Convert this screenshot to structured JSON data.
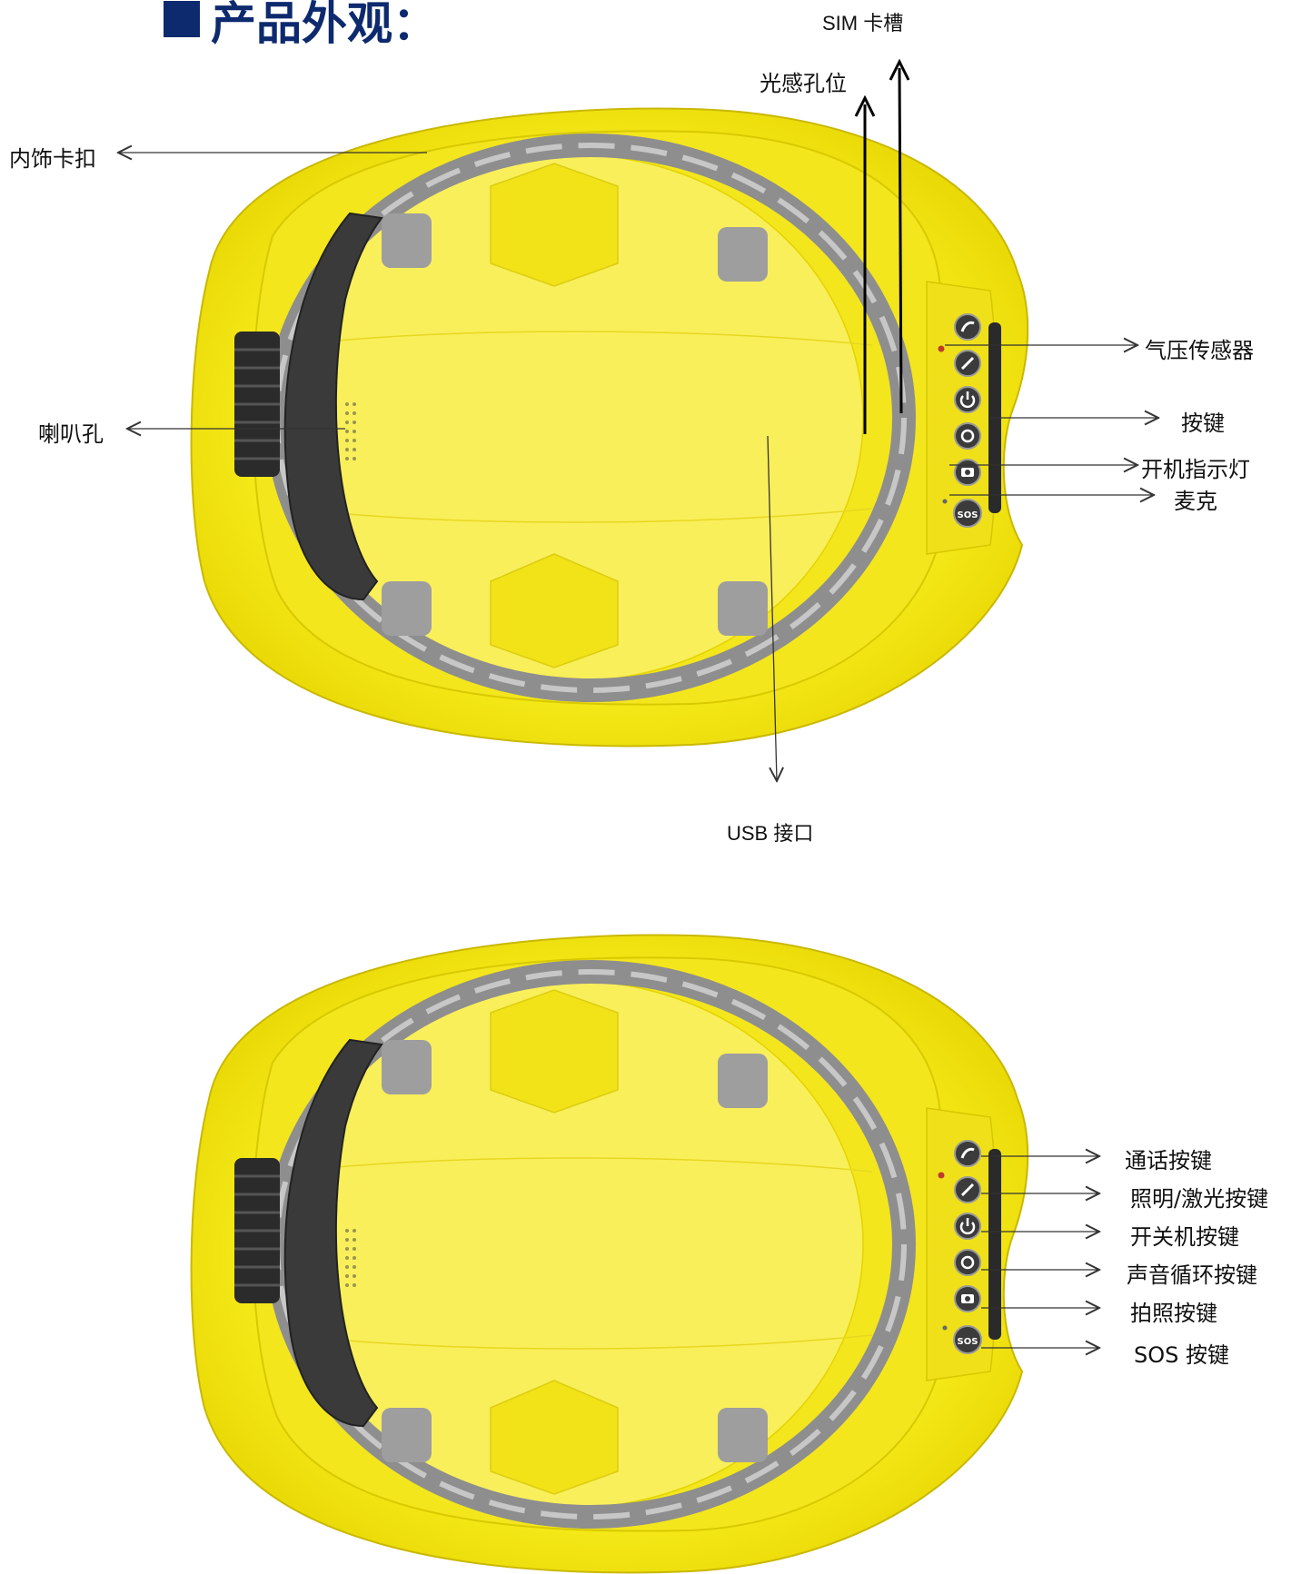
{
  "title": "产品外观：",
  "top_labels": {
    "sim_slot": "SIM 卡槽",
    "light_sensor": "光感孔位",
    "interior_clip": "内饰卡扣",
    "speaker_hole": "喇叭孔",
    "pressure_sensor": "气压传感器",
    "buttons": "按键",
    "power_indicator": "开机指示灯",
    "microphone": "麦克",
    "usb_port": "USB 接口"
  },
  "bottom_labels": {
    "call": "通话按键",
    "light_laser": "照明/激光按键",
    "power": "开关机按键",
    "sound_cycle": "声音循环按键",
    "photo": "拍照按键",
    "sos": "SOS 按键"
  },
  "device_buttons": [
    "phone-icon",
    "flashlight-icon",
    "power-icon",
    "sound-cycle-icon",
    "camera-icon",
    "SOS"
  ],
  "colors": {
    "shell": "#f6ea1a",
    "shell_edge": "#c9b800",
    "harness": "#9a9a9a",
    "title": "#0d2a6e"
  }
}
